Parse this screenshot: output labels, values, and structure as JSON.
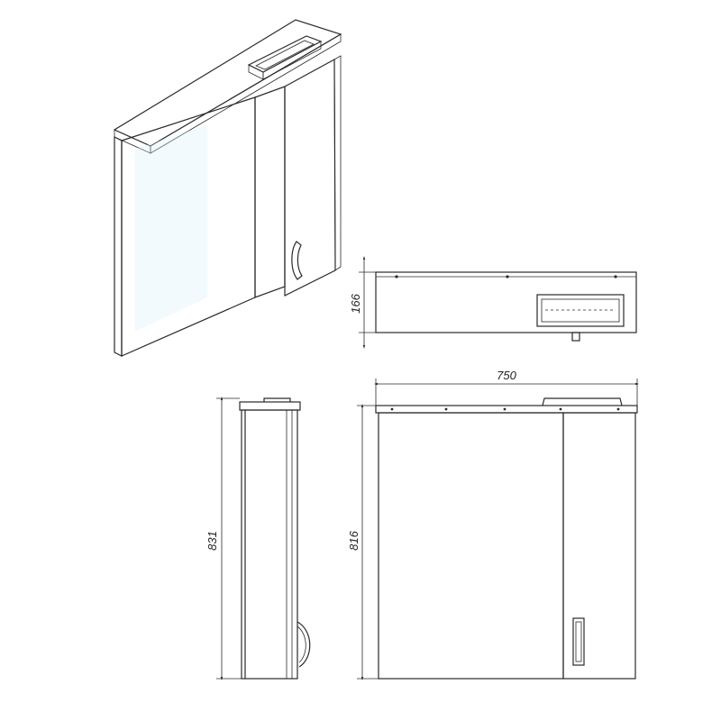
{
  "dimensions": {
    "top_depth": "166",
    "front_width": "750",
    "side_height": "831",
    "front_height": "816"
  },
  "colors": {
    "mirror_fill": "#a8dff0",
    "mirror_light": "#d9f2fa",
    "cabinet_fill": "#e3e3e3",
    "cabinet_light": "#f4f4f4",
    "line": "#2a2a2a"
  }
}
